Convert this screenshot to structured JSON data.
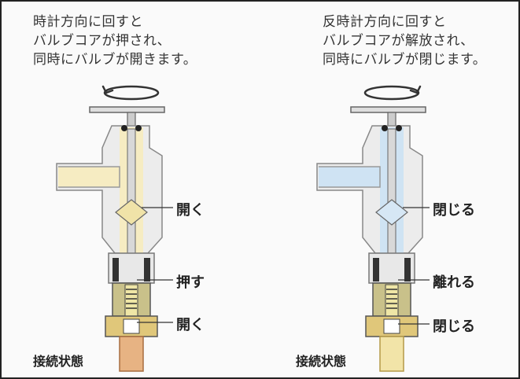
{
  "left": {
    "caption": [
      "時計方向に回すと",
      "バルブコアが押され、",
      "同時にバルブが開きます。"
    ],
    "labels": {
      "top": "開く",
      "middle": "押す",
      "bottom": "開く"
    },
    "footer": "接続状態",
    "fill_color": "#f6ecc2",
    "rotation": "clockwise"
  },
  "right": {
    "caption": [
      "反時計方向に回すと",
      "バルブコアが解放され、",
      "同時にバルブが閉じます。"
    ],
    "labels": {
      "top": "閉じる",
      "middle": "離れる",
      "bottom": "閉じる"
    },
    "footer": "接続状態",
    "fill_color": "#cfe3f3",
    "rotation": "counterclockwise"
  },
  "colors": {
    "outline": "#6b6b6b",
    "body": "#e8e8e8",
    "coupler": "#c9c18a",
    "fitting": "#e0c77a",
    "line": "#333333"
  }
}
